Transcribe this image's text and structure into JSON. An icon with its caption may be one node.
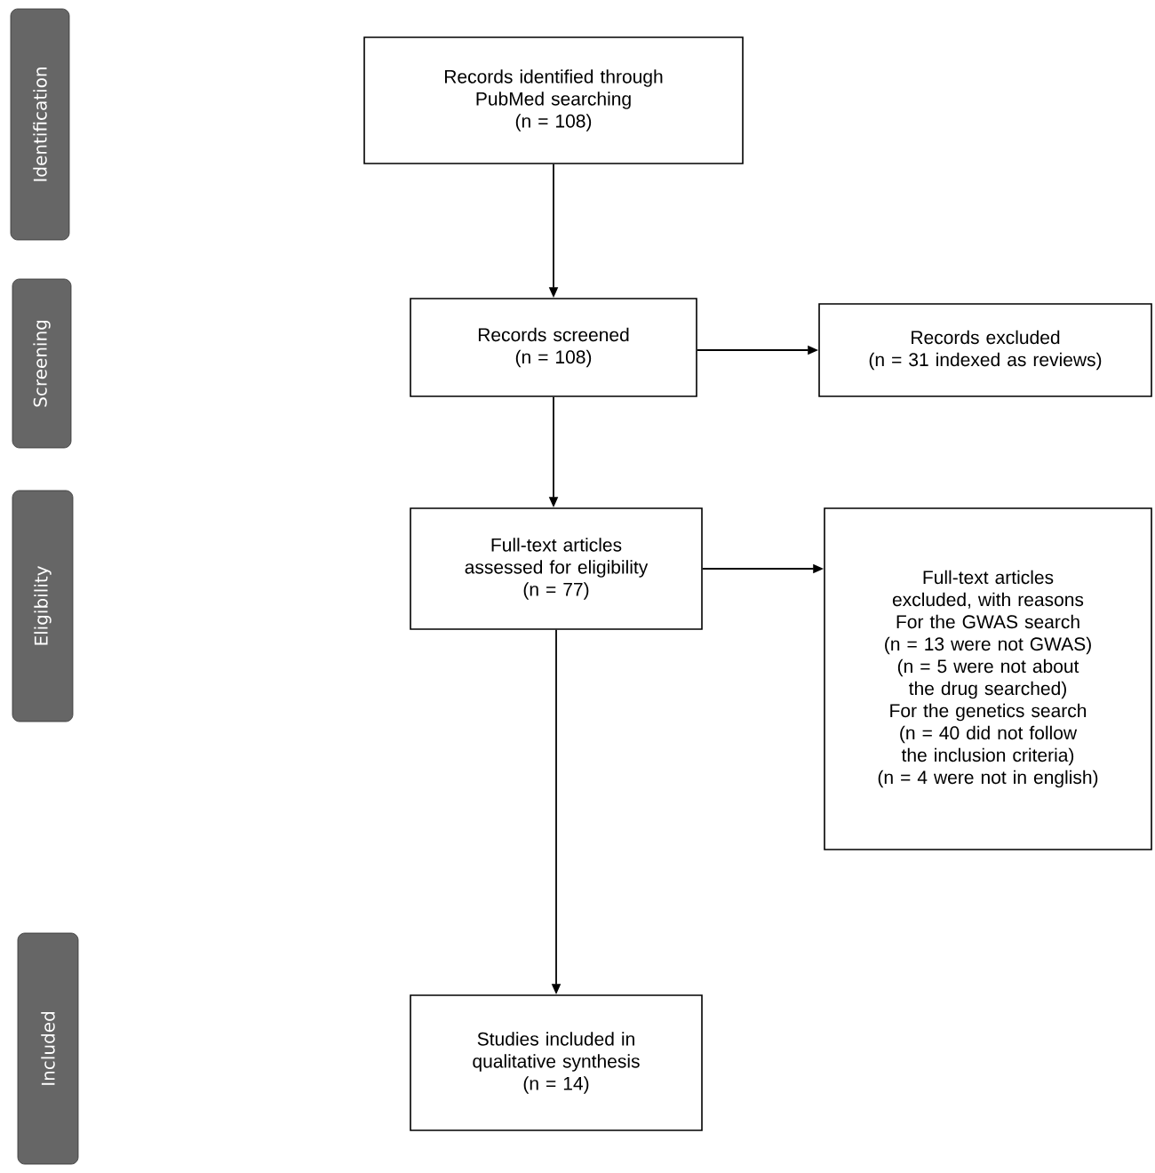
{
  "diagram": {
    "nodes": [
      {
        "text": [
          "Identification"
        ]
      },
      {
        "text": [
          "Screening"
        ]
      },
      {
        "text": [
          "Eligibility"
        ]
      },
      {
        "text": [
          "Included"
        ]
      },
      {
        "text": [
          "Records identified through PubMed searching",
          "(n = 108)"
        ]
      },
      {
        "text": [
          "Records screened",
          "(n = 108)"
        ]
      },
      {
        "text": [
          "Records excluded",
          "(n = 31 indexed as reviews)"
        ]
      },
      {
        "text": [
          "Full-text articles assessed for eligibility",
          "(n = 77)"
        ]
      },
      {
        "text": [
          "Full-text articles excluded, with reasons",
          "For the GWAS search",
          "(n = 13 were not GWAS)",
          "(n = 5 were not about the drug searched)",
          "For the genetics search",
          "(n = 40 did not follow the inclusion criteria)",
          "(n = 4 were not in english)"
        ]
      },
      {
        "text": [
          "Studies included in qualitative synthesis",
          "(n = 14)"
        ]
      }
    ],
    "edges": [
      {
        "from": 4,
        "to": 5,
        "arrow": "to"
      },
      {
        "from": 5,
        "to": 6,
        "arrow": "to"
      },
      {
        "from": 5,
        "to": 7,
        "arrow": "to"
      },
      {
        "from": 7,
        "to": 8,
        "arrow": "to"
      },
      {
        "from": 7,
        "to": 9,
        "arrow": "to"
      }
    ]
  }
}
